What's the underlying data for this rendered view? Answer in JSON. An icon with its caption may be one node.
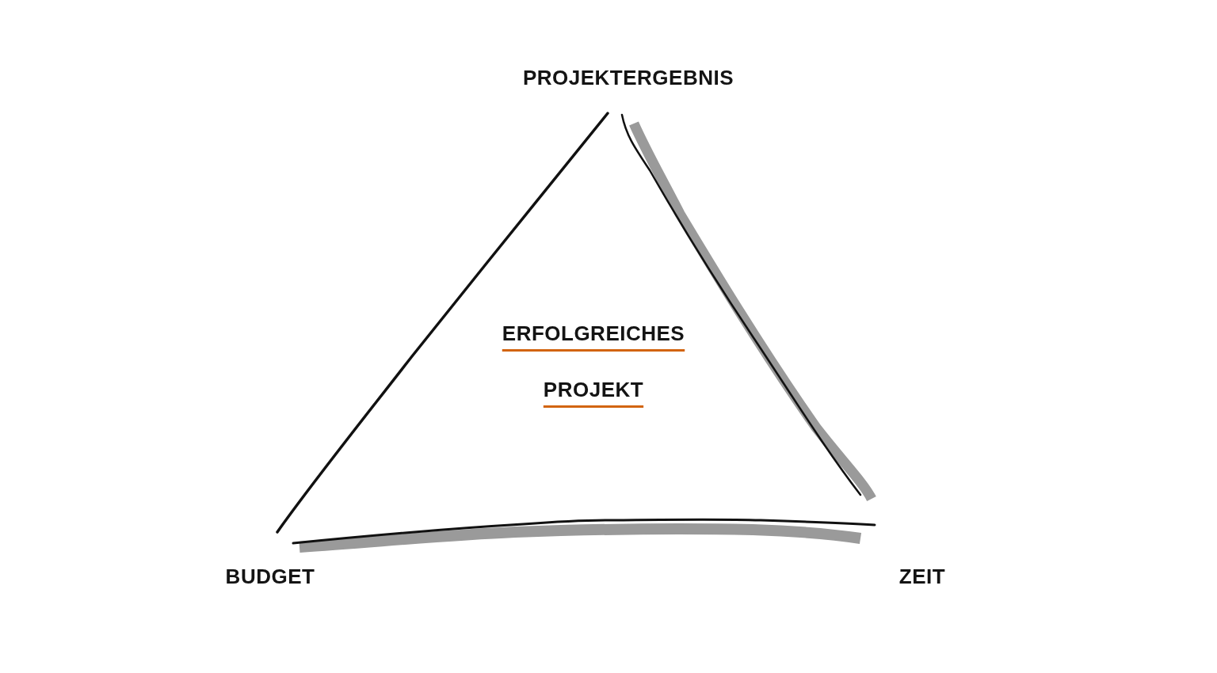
{
  "diagram": {
    "nodes": [
      {
        "text": [
          "ERFOLGREICHES PROJEKT"
        ],
        "beside": [
          "PROJEKTERGEBNIS",
          "BUDGET",
          "ZEIT"
        ]
      }
    ]
  }
}
